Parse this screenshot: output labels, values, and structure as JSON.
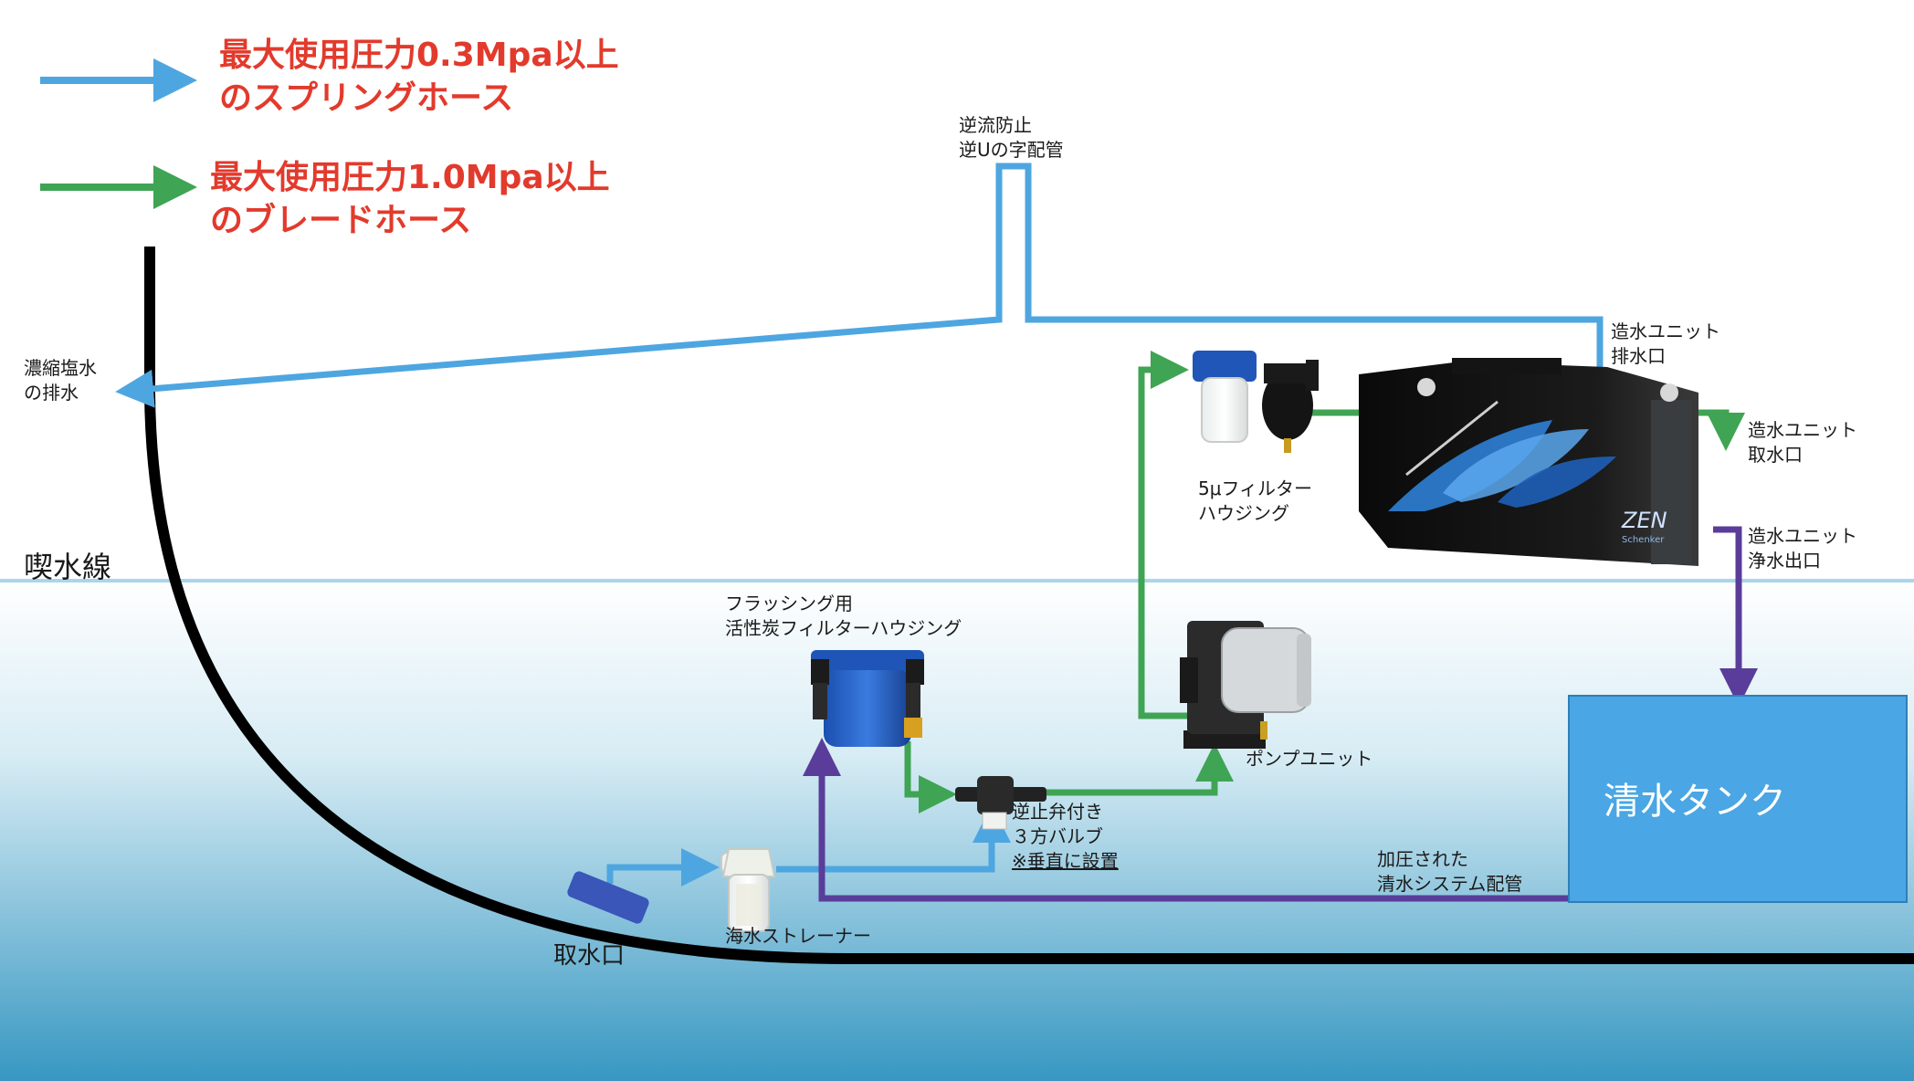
{
  "legend": {
    "spring_hose": {
      "line1": "最大使用圧力0.3Mpa以上",
      "line2": "のスプリングホース",
      "color": "#4ea6e0"
    },
    "braid_hose": {
      "line1": "最大使用圧力1.0Mpa以上",
      "line2": "のブレードホース",
      "color": "#3fa454"
    },
    "text_color": "#e23a2c"
  },
  "labels": {
    "waterline": "喫水線",
    "brine_discharge": {
      "line1": "濃縮塩水",
      "line2": "の排水"
    },
    "anti_backflow": {
      "line1": "逆流防止",
      "line2": "逆Uの字配管"
    },
    "unit_drain": {
      "line1": "造水ユニット",
      "line2": "排水口"
    },
    "unit_intake": {
      "line1": "造水ユニット",
      "line2": "取水口"
    },
    "unit_outlet": {
      "line1": "造水ユニット",
      "line2": "浄水出口"
    },
    "filter_5u": {
      "line1": "5μフィルター",
      "line2": "ハウジング"
    },
    "flushing_filter": {
      "line1": "フラッシング用",
      "line2": "活性炭フィルターハウジング"
    },
    "check_valve": {
      "line1": "逆止弁付き",
      "line2": "３方バルブ",
      "line3": "※垂直に設置"
    },
    "pump_unit": "ポンプユニット",
    "pressurized_system": {
      "line1": "加圧された",
      "line2": "清水システム配管"
    },
    "sea_strainer": "海水ストレーナー",
    "water_intake": "取水口",
    "fresh_water_tank": "清水タンク"
  },
  "unit_logo": {
    "brand": "ZEN",
    "sub": "Schenker"
  },
  "colors": {
    "spring_hose": "#4ea6e0",
    "braid_hose": "#3fa454",
    "fresh_water": "#5a3d9a",
    "tank": "#4aa6e4",
    "sea_top": "#ffffff",
    "sea_bottom": "#3a9ec7",
    "hull": "#000000",
    "waterline": "#a9d6ea"
  }
}
